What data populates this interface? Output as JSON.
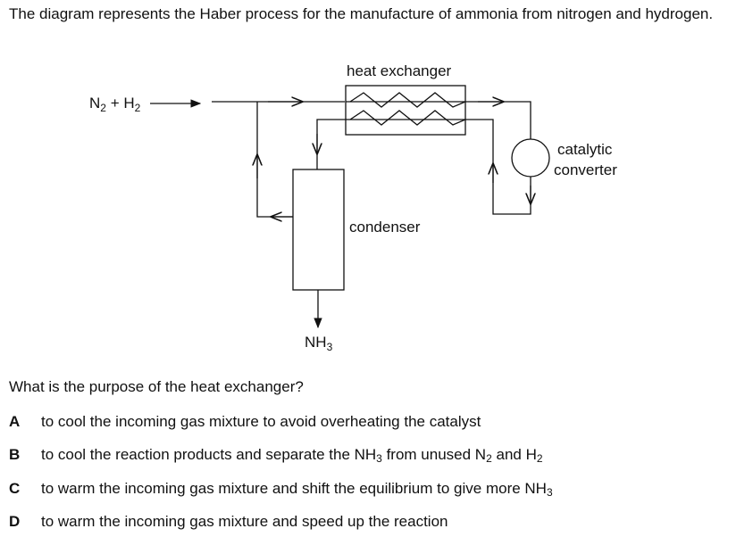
{
  "intro": "The diagram represents the Haber process for the manufacture of ammonia from nitrogen and hydrogen.",
  "diagram": {
    "feed_n": "N",
    "feed_n_sub": "2",
    "feed_plus": " + H",
    "feed_h_sub": "2",
    "heat_exchanger_label": "heat exchanger",
    "catalytic_line1": "catalytic",
    "catalytic_line2": "converter",
    "condenser_label": "condenser",
    "product_main": "NH",
    "product_sub": "3"
  },
  "question": "What is the purpose of the heat exchanger?",
  "options": [
    {
      "letter": "A",
      "parts": [
        "to cool the incoming gas mixture to avoid overheating the catalyst"
      ]
    },
    {
      "letter": "B",
      "parts": [
        "to cool the reaction products and separate the NH",
        "3",
        " from unused N",
        "2",
        " and H",
        "2"
      ]
    },
    {
      "letter": "C",
      "parts": [
        "to warm the incoming gas mixture and shift the equilibrium to give more NH",
        "3"
      ]
    },
    {
      "letter": "D",
      "parts": [
        "to warm the incoming gas mixture and speed up the reaction"
      ]
    }
  ]
}
